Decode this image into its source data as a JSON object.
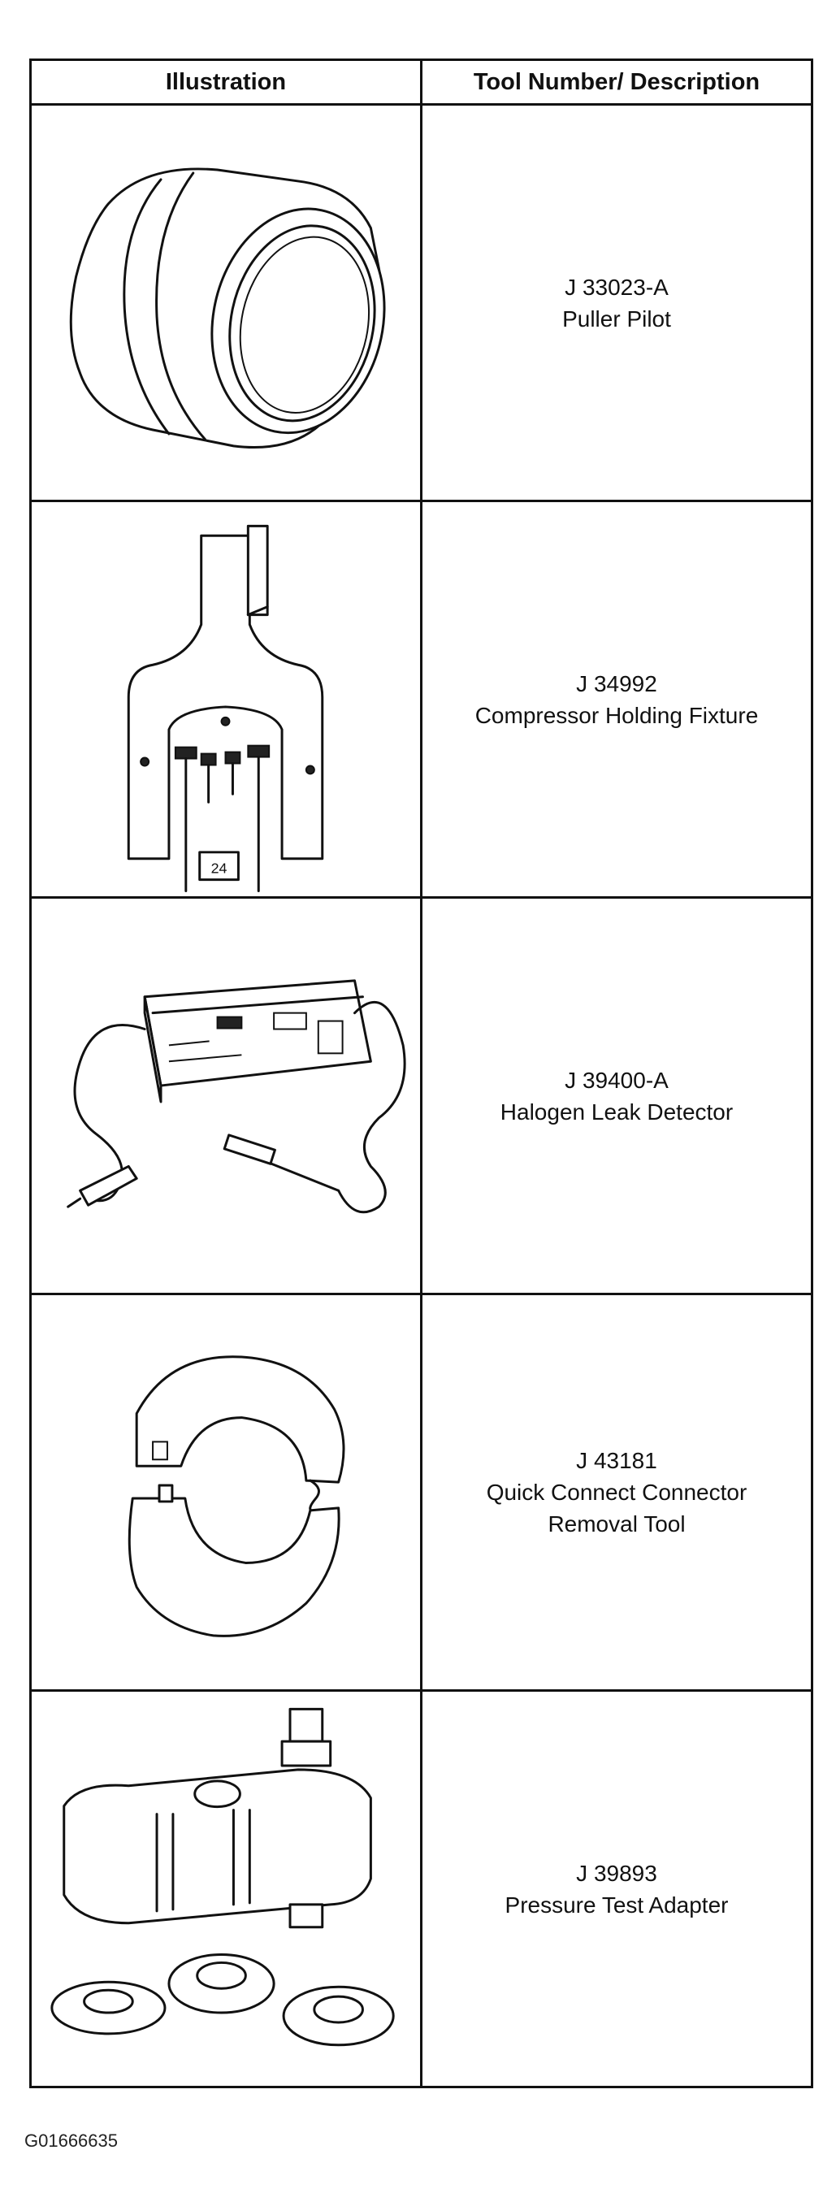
{
  "table": {
    "header": {
      "col1": "Illustration",
      "col2": "Tool Number/ Description"
    },
    "rows": [
      {
        "number": "J 33023-A",
        "description_lines": [
          "Puller Pilot"
        ],
        "illustration": "puller-pilot"
      },
      {
        "number": "J 34992",
        "description_lines": [
          "Compressor Holding Fixture"
        ],
        "illustration": "compressor-holding-fixture",
        "callout": "24"
      },
      {
        "number": "J 39400-A",
        "description_lines": [
          "Halogen Leak Detector"
        ],
        "illustration": "halogen-leak-detector"
      },
      {
        "number": "J 43181",
        "description_lines": [
          "Quick Connect Connector",
          "Removal Tool"
        ],
        "illustration": "quick-connect-removal-tool"
      },
      {
        "number": "J 39893",
        "description_lines": [
          "Pressure Test Adapter"
        ],
        "illustration": "pressure-test-adapter"
      }
    ]
  },
  "figure_id": "G01666635"
}
